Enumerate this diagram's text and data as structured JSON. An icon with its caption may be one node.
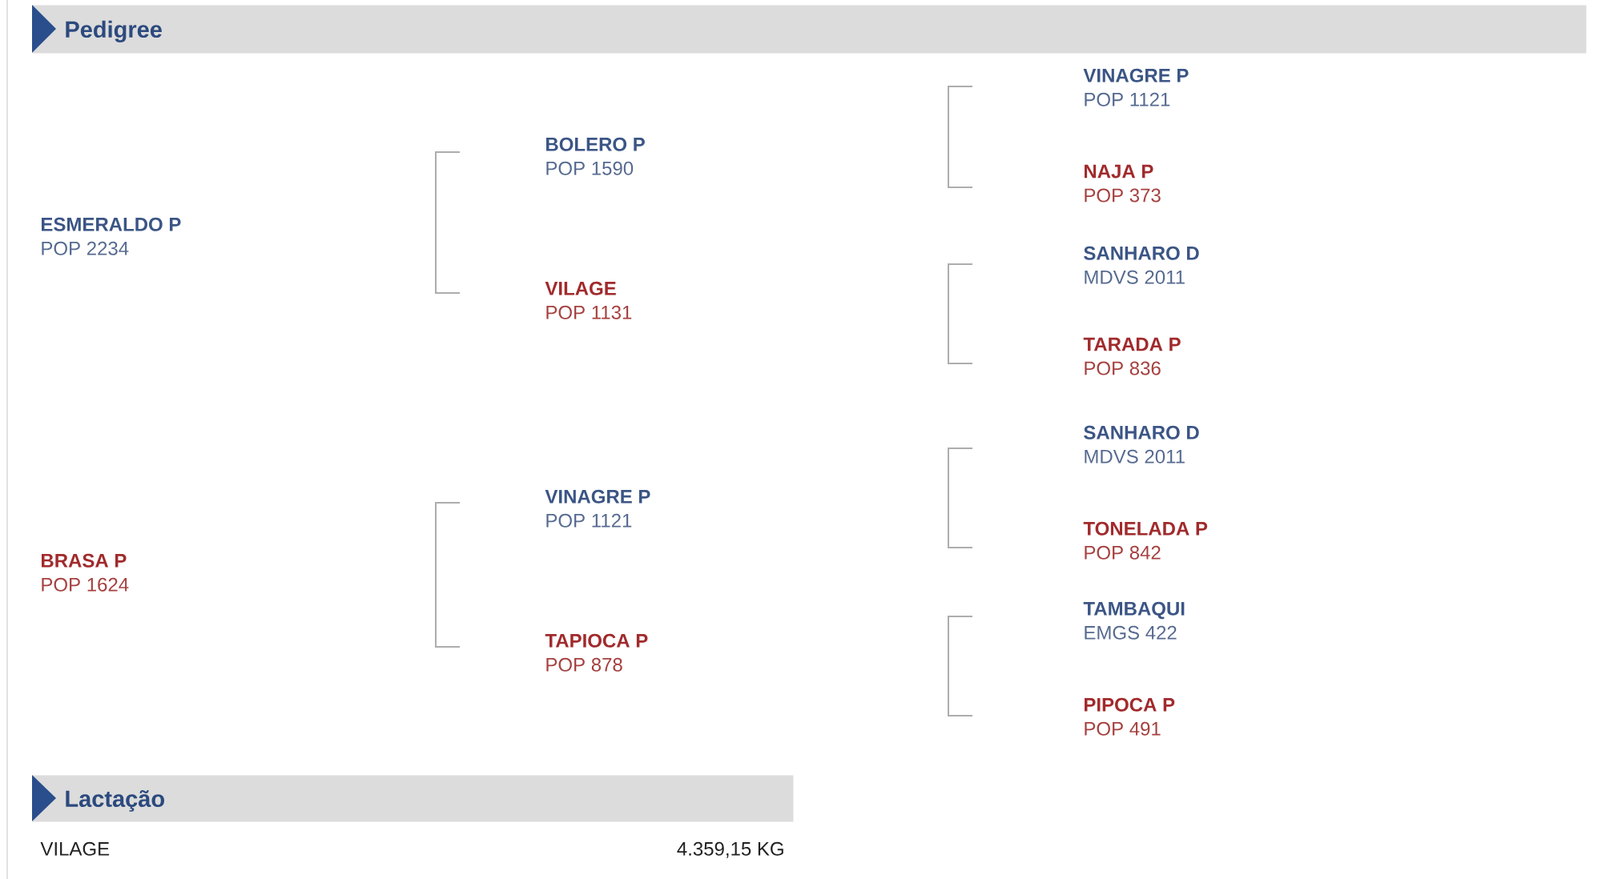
{
  "diagram": {
    "nodes": [
      {
        "text": [
          "Pedigree"
        ]
      },
      {
        "text": [
          "ESMERALDO P",
          "POP 2234"
        ]
      },
      {
        "text": [
          "BRASA P",
          "POP 1624"
        ]
      },
      {
        "text": [
          "BOLERO P",
          "POP 1590"
        ]
      },
      {
        "text": [
          "VILAGE",
          "POP 1131"
        ]
      },
      {
        "text": [
          "VINAGRE P",
          "POP 1121"
        ]
      },
      {
        "text": [
          "TAPIOCA P",
          "POP 878"
        ]
      },
      {
        "text": [
          "VINAGRE P",
          "POP 1121"
        ]
      },
      {
        "text": [
          "NAJA P",
          "POP 373"
        ]
      },
      {
        "text": [
          "SANHARO D",
          "MDVS 2011"
        ]
      },
      {
        "text": [
          "TARADA P",
          "POP 836"
        ]
      },
      {
        "text": [
          "SANHARO D",
          "MDVS 2011"
        ]
      },
      {
        "text": [
          "TONELADA P",
          "POP 842"
        ]
      },
      {
        "text": [
          "TAMBAQUI",
          "EMGS 422"
        ]
      },
      {
        "text": [
          "PIPOCA P",
          "POP 491"
        ]
      },
      {
        "text": [
          "Lactação"
        ]
      }
    ],
    "labels": [
      "VILAGE",
      "4.359,15 KG"
    ]
  }
}
